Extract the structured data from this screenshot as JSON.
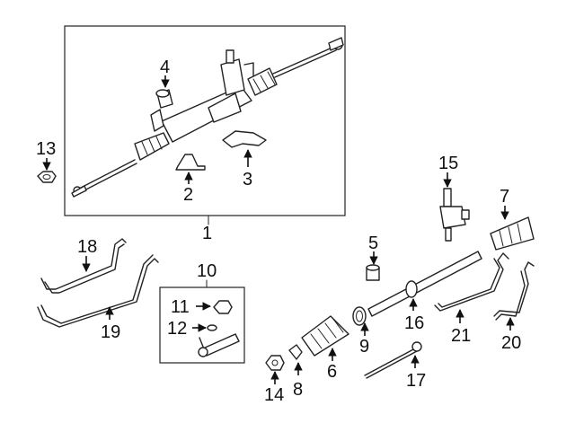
{
  "callouts": {
    "c1": "1",
    "c2": "2",
    "c3": "3",
    "c4": "4",
    "c5": "5",
    "c6": "6",
    "c7": "7",
    "c8": "8",
    "c9": "9",
    "c10": "10",
    "c11": "11",
    "c12": "12",
    "c13": "13",
    "c14": "14",
    "c15": "15",
    "c16": "16",
    "c17": "17",
    "c18": "18",
    "c19": "19",
    "c20": "20",
    "c21": "21"
  },
  "colors": {
    "ink": "#222222",
    "background": "#ffffff"
  }
}
